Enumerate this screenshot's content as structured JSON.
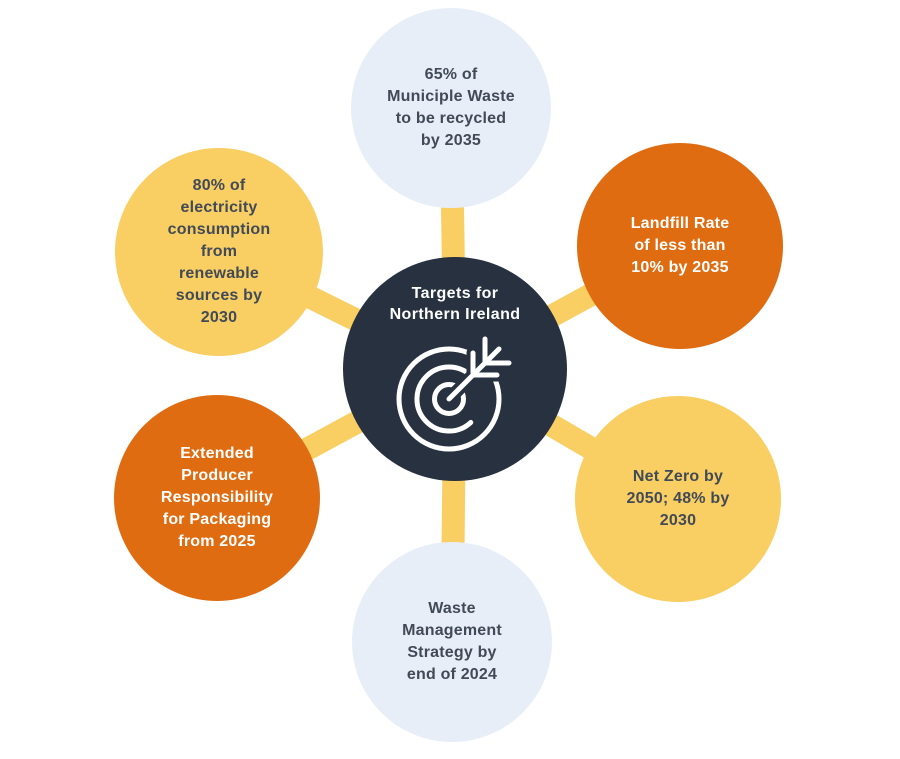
{
  "title": "Targets for Northern Ireland",
  "colors": {
    "background": "#FFFFFF",
    "navy": "#273140",
    "orange": "#E06C12",
    "yellow": "#F9CF63",
    "light_blue": "#E8EEF8",
    "dark_text": "#414A56",
    "white_text": "#FFFFFF",
    "spoke": "#F9CF63",
    "icon_stroke": "#FFFFFF"
  },
  "center": {
    "id": "hub",
    "label": "Targets for\nNorthern Ireland",
    "icon": "target-bullseye-arrow",
    "bg": "#273140",
    "text_color": "#FFFFFF"
  },
  "nodes": [
    {
      "id": "municipal-waste-recycling",
      "position": "top",
      "label": "65% of\nMuniciple Waste\nto be recycled\nby 2035",
      "bg": "#E8EEF8",
      "text_color": "#414A56"
    },
    {
      "id": "landfill-rate",
      "position": "top-right",
      "label": "Landfill Rate\nof less than\n10% by 2035",
      "bg": "#E06C12",
      "text_color": "#FFFFFF"
    },
    {
      "id": "net-zero",
      "position": "right",
      "label": "Net Zero by\n2050; 48% by\n2030",
      "bg": "#F9CF63",
      "text_color": "#414A56"
    },
    {
      "id": "waste-management-strategy",
      "position": "bottom",
      "label": "Waste\nManagement\nStrategy by\nend of 2024",
      "bg": "#E8EEF8",
      "text_color": "#414A56"
    },
    {
      "id": "extended-producer-responsibility",
      "position": "bottom-left",
      "label": "Extended\nProducer\nResponsibility\nfor Packaging\nfrom 2025",
      "bg": "#E06C12",
      "text_color": "#FFFFFF"
    },
    {
      "id": "renewable-electricity",
      "position": "top-left",
      "label": "80% of\nelectricity\nconsumption\nfrom\nrenewable\nsources by\n2030",
      "bg": "#F9CF63",
      "text_color": "#414A56"
    }
  ]
}
